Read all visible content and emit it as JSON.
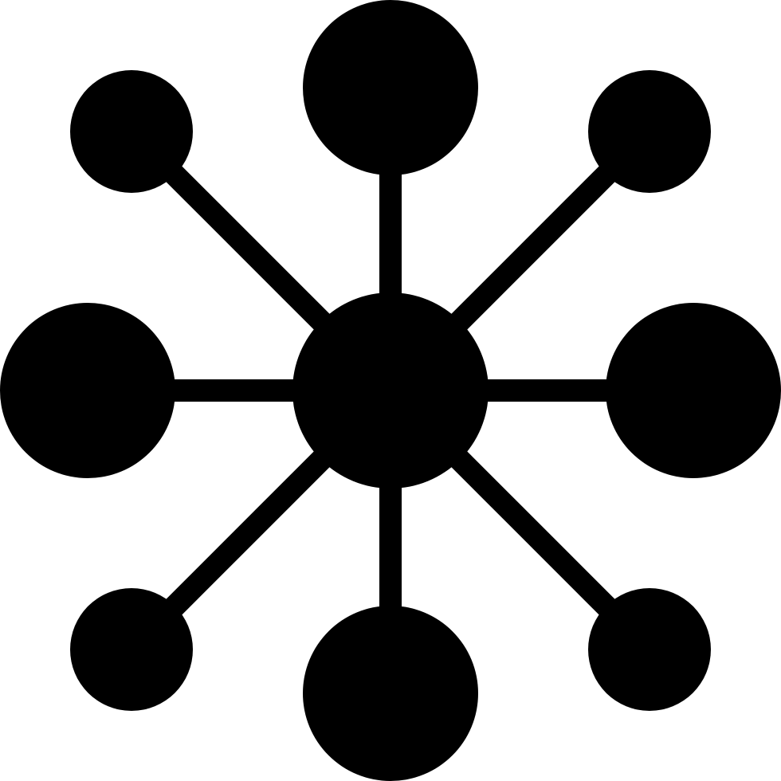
{
  "icon": {
    "name": "network-hub-icon",
    "color": "#000000",
    "background": "#ffffff",
    "nodes": [
      "center-node",
      "top-node",
      "bottom-node",
      "left-node",
      "right-node",
      "top-left-node",
      "top-right-node",
      "bottom-left-node",
      "bottom-right-node"
    ]
  }
}
